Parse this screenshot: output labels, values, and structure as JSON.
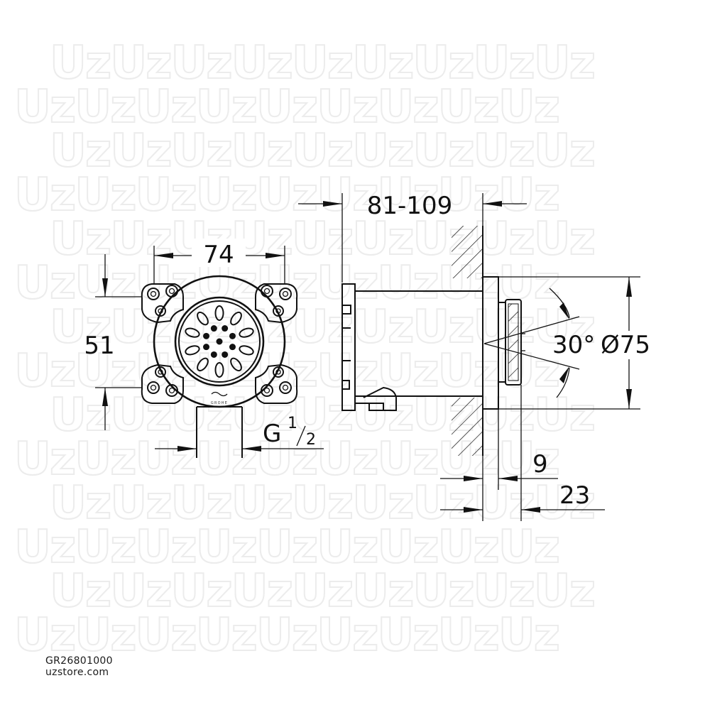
{
  "drawing": {
    "dimensions": {
      "width": "74",
      "height": "51",
      "thread_main": "G",
      "thread_num": "1",
      "thread_den": "2",
      "depth_range": "81-109",
      "angle": "30°",
      "diameter": "Ø75",
      "offset": "9",
      "projection": "23"
    },
    "front_stamp": "GROHE",
    "watermark_text": "UzUzUzUzUzUzUzUzUz"
  },
  "footer": {
    "product_code": "GR26801000",
    "store_url": "uzstore.com"
  },
  "colors": {
    "line": "#111111",
    "watermark": "#ececec",
    "background": "#ffffff"
  }
}
